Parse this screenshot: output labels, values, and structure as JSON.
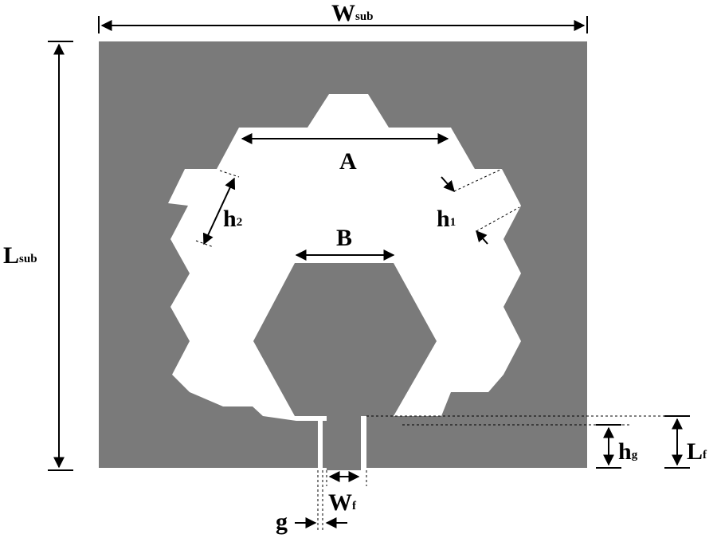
{
  "colors": {
    "substrate": "#7a7a7a",
    "radiator": "#ffffff",
    "background": "#ffffff",
    "annotation": "#000000"
  },
  "labels": {
    "w_sub": {
      "main": "W",
      "sub": "sub"
    },
    "l_sub": {
      "main": "L",
      "sub": "sub"
    },
    "a": {
      "main": "A",
      "sub": ""
    },
    "b": {
      "main": "B",
      "sub": ""
    },
    "h1": {
      "main": "h",
      "sub": "1"
    },
    "h2": {
      "main": "h",
      "sub": "2"
    },
    "hg": {
      "main": "h",
      "sub": "g"
    },
    "lf": {
      "main": "L",
      "sub": "f"
    },
    "wf": {
      "main": "W",
      "sub": "f"
    },
    "g": {
      "main": "g",
      "sub": ""
    }
  }
}
